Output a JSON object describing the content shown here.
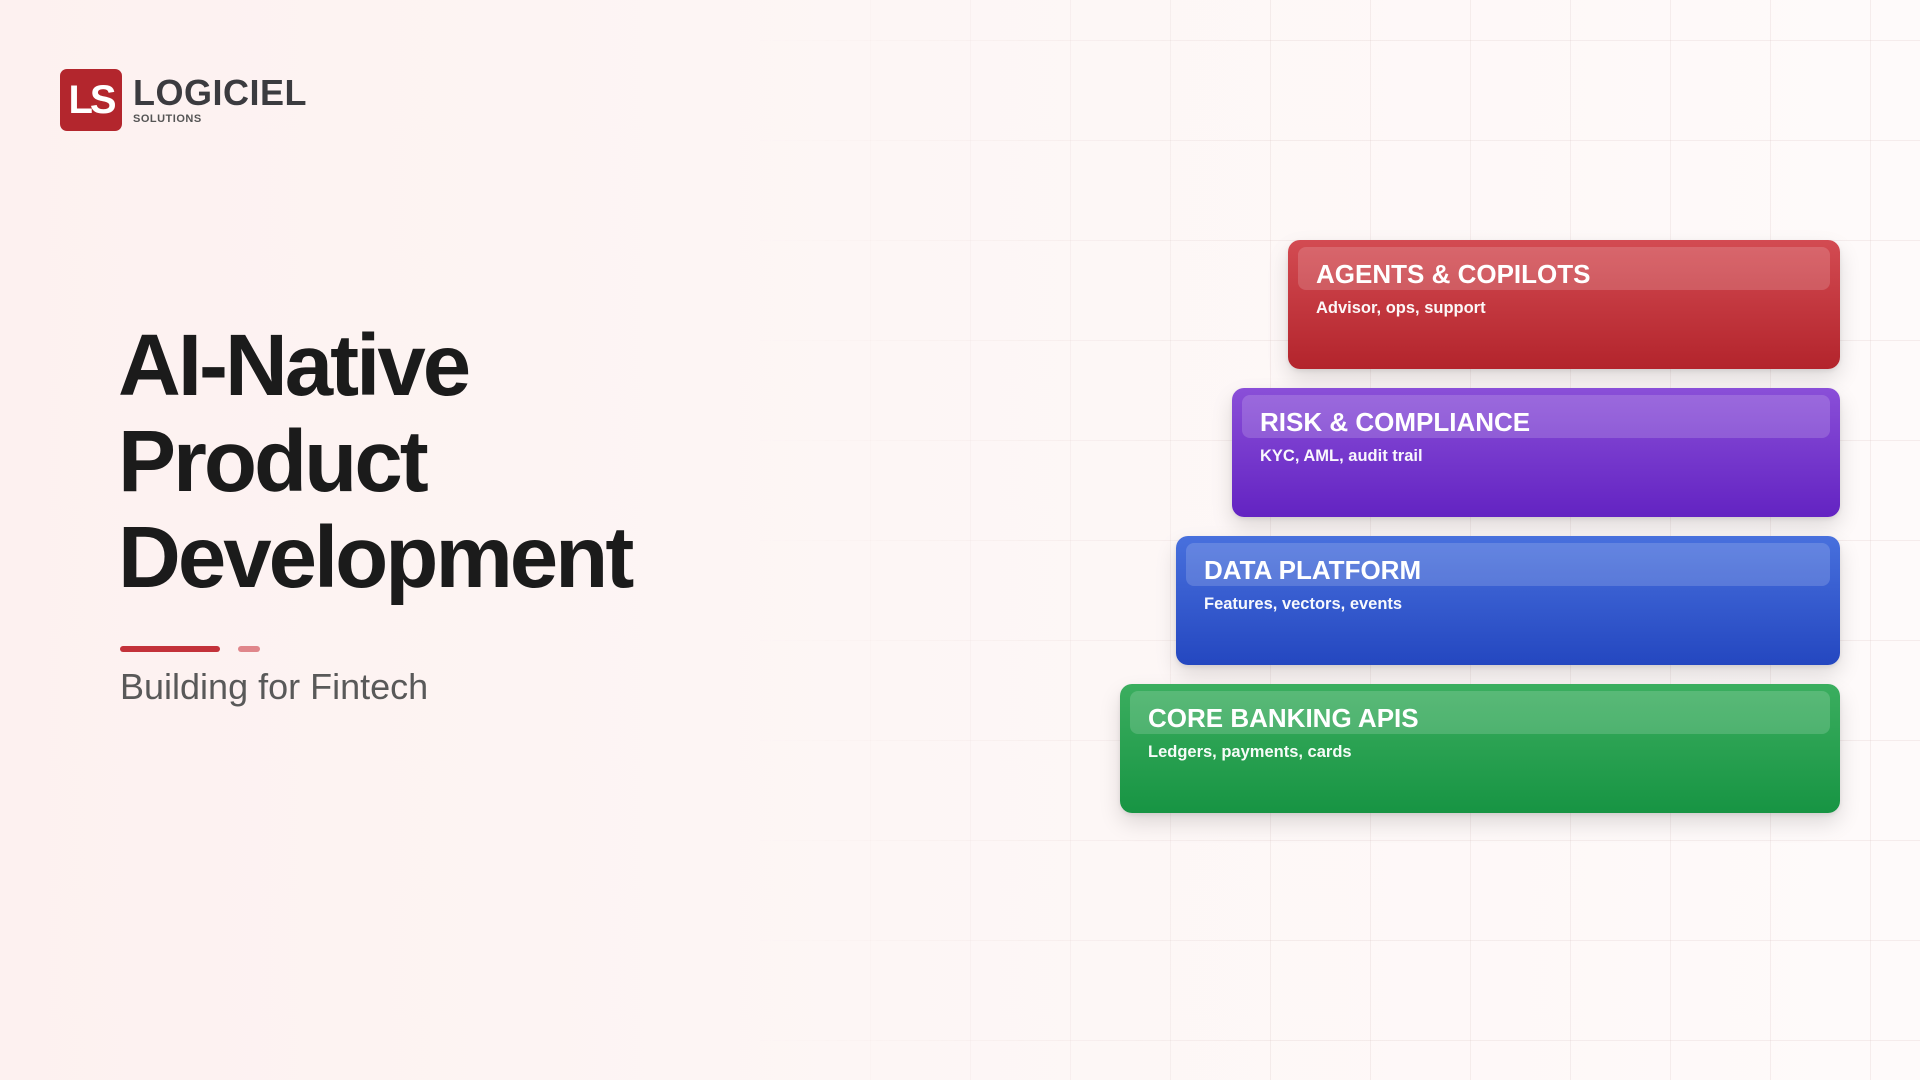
{
  "brand": {
    "mark": "LS",
    "name": "LOGICIEL",
    "tagline": "SOLUTIONS",
    "color": "#b3262d"
  },
  "headline": {
    "lines": [
      "AI-Native",
      "Product",
      "Development"
    ],
    "subtitle": "Building for Fintech",
    "accent_colors": [
      "#c3323a",
      "#e0868b"
    ]
  },
  "layers": [
    {
      "title": "AGENTS & COPILOTS",
      "subtitle": "Advisor, ops, support",
      "color": "#c5333b"
    },
    {
      "title": "RISK & COMPLIANCE",
      "subtitle": "KYC, AML, audit trail",
      "color": "#7335cc"
    },
    {
      "title": "DATA PLATFORM",
      "subtitle": "Features, vectors, events",
      "color": "#3158cf"
    },
    {
      "title": "CORE BANKING APIS",
      "subtitle": "Ledgers, payments, cards",
      "color": "#22a04e"
    }
  ]
}
